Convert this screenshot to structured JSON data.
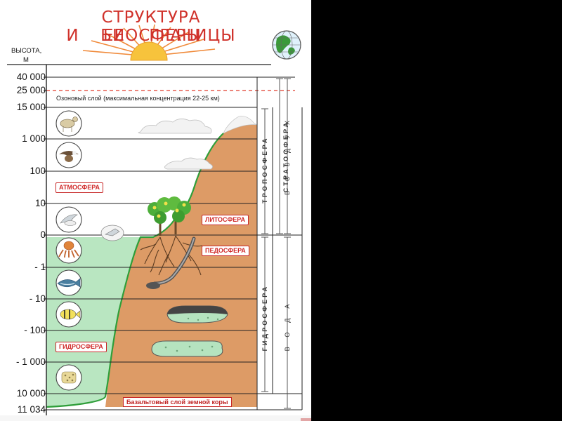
{
  "title": {
    "line1": "СТРУКТУРА БИОСФЕРЫ",
    "line2": "И ЕЕ ГРАНИЦЫ"
  },
  "axis": {
    "title_line1": "ВЫСОТА,",
    "title_line2": "М"
  },
  "levels": [
    "40 000",
    "25 000",
    "15 000",
    "1 000",
    "100",
    "10",
    "0",
    "- 1",
    "- 10",
    "- 100",
    "- 1 000",
    "10 000",
    "11 034"
  ],
  "ozone_label": "Озоновый слой (максимальная концентрация 22-25 км)",
  "spheres": {
    "atmosphere": "АТМОСФЕРА",
    "hydrosphere": "ГИДРОСФЕРА",
    "lithosphere": "ЛИТОСФЕРА",
    "pedosphere": "ПЕДОСФЕРА"
  },
  "basalt_label": "Базальтовый слой земной коры",
  "vertical": {
    "troposphere": "ТРОПОСФЕРА",
    "stratosphere": "СТРАТОСФЕРА",
    "hydrosphere": "ГИДРОСФЕРА",
    "air": "ВОЗДУХ",
    "water": "ВОДА"
  },
  "colors": {
    "title": "#d0322b",
    "ocean": "#b9e6c1",
    "land": "#dd9b66",
    "outline": "#2f9e3a",
    "labels": "#d02a2a"
  },
  "icons": [
    "mountain-goat-icon",
    "eagle-icon",
    "bird-icon",
    "octopus-icon",
    "fish-icon",
    "striped-fish-icon",
    "deep-sea-creature-icon",
    "gull-icon",
    "sun-icon",
    "globe-icon",
    "cloud-icon",
    "tree-icon",
    "worm-icon",
    "mountain-icon"
  ]
}
